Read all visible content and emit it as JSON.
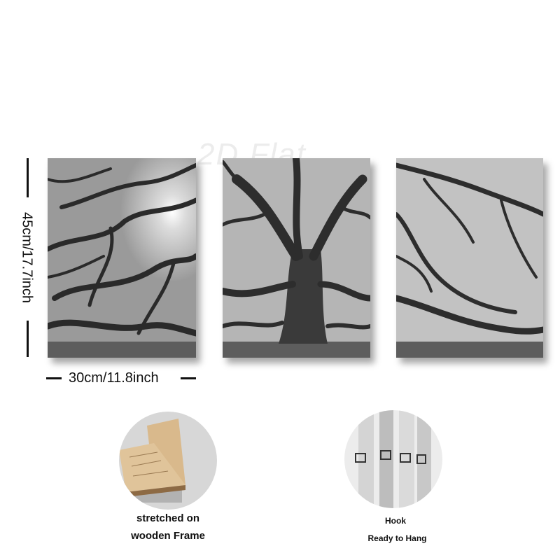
{
  "watermark": "2D Flat",
  "dimensions": {
    "height_label": "45cm/17.7inch",
    "width_label": "30cm/11.8inch"
  },
  "panels": [
    {
      "name": "left-panel",
      "image": "oak-tree-left-section"
    },
    {
      "name": "center-panel",
      "image": "oak-tree-trunk-section"
    },
    {
      "name": "right-panel",
      "image": "oak-tree-right-section"
    }
  ],
  "features": {
    "frame": {
      "icon": "wooden-frame-photo",
      "line1": "stretched on",
      "line2": "wooden Frame"
    },
    "hook": {
      "icon": "hook-photo",
      "line1": "Hook",
      "line2": "Ready to Hang"
    }
  }
}
